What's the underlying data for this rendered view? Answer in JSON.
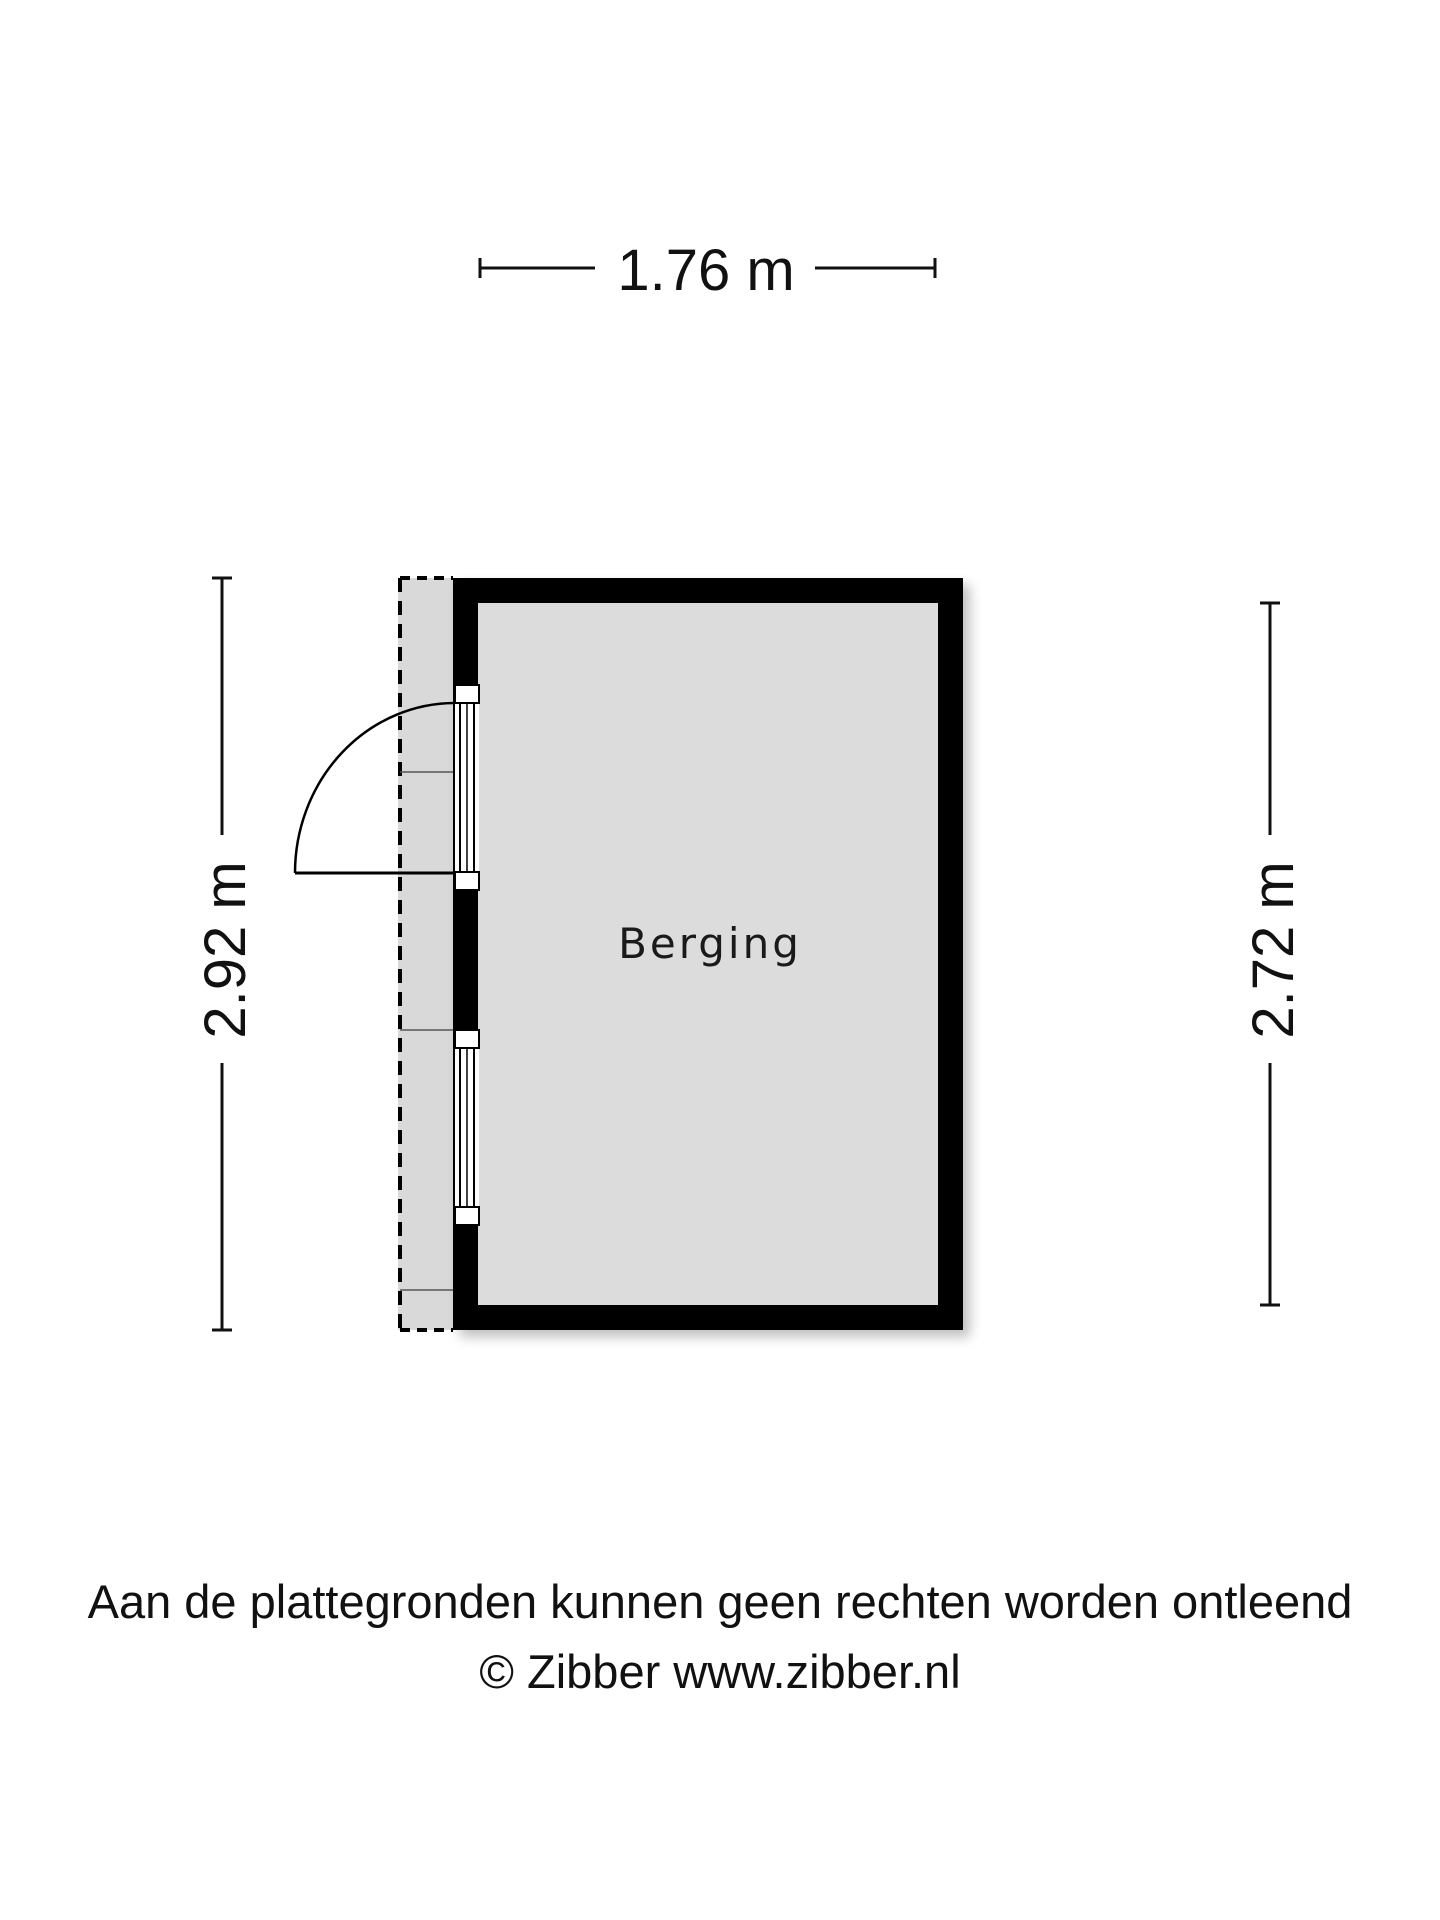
{
  "dimensions": {
    "top_width": "1.76 m",
    "left_height": "2.92 m",
    "right_height": "2.72 m"
  },
  "room": {
    "label": "Berging"
  },
  "footer": {
    "disclaimer": "Aan de plattegronden kunnen geen rechten worden ontleend",
    "copyright": "© Zibber www.zibber.nl"
  },
  "colors": {
    "wall": "#000000",
    "floor": "#dcdcdc",
    "exterior_area": "#d9d9d9",
    "text": "#111111"
  }
}
